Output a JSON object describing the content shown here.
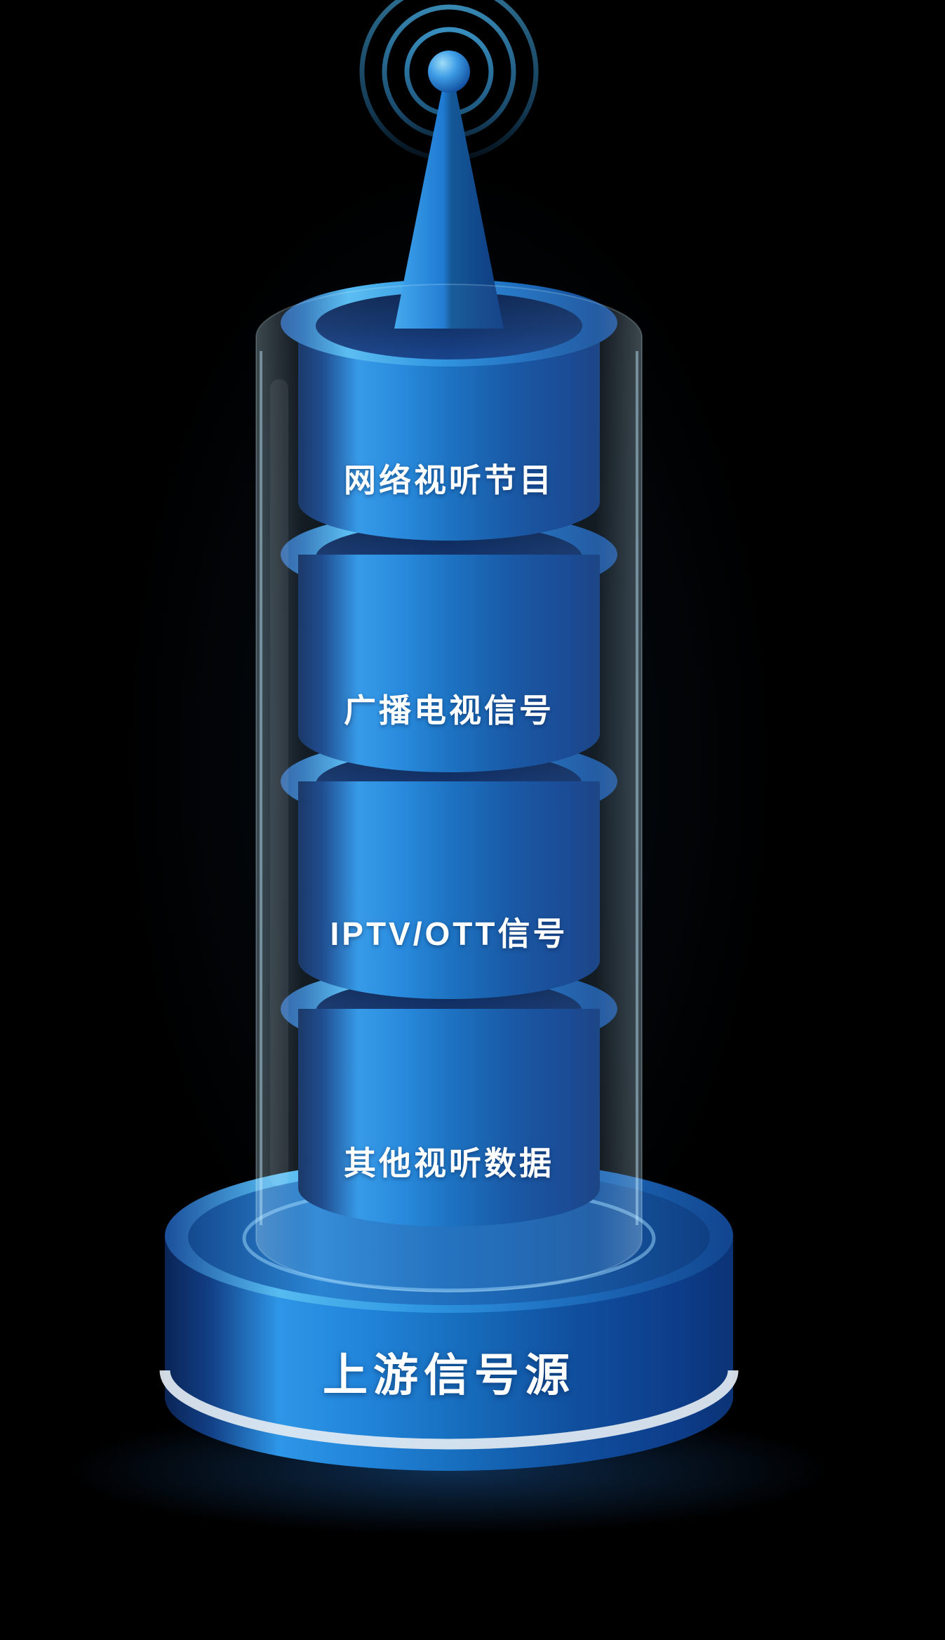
{
  "tower": {
    "segments": [
      {
        "label": "网络视听节目"
      },
      {
        "label": "广播电视信号"
      },
      {
        "label": "IPTV/OTT信号"
      },
      {
        "label": "其他视听数据"
      }
    ],
    "base": {
      "label": "上游信号源"
    },
    "icons": {
      "antenna": "antenna-transmitter-icon",
      "waves": "signal-waves-icon"
    }
  },
  "colors": {
    "background": "#000000",
    "bright_blue": "#2e96e6",
    "dark_navy": "#0b2a5e",
    "rim_light": "#55bbf0",
    "stripe_white": "#e3eaf2",
    "text": "#ffffff"
  }
}
